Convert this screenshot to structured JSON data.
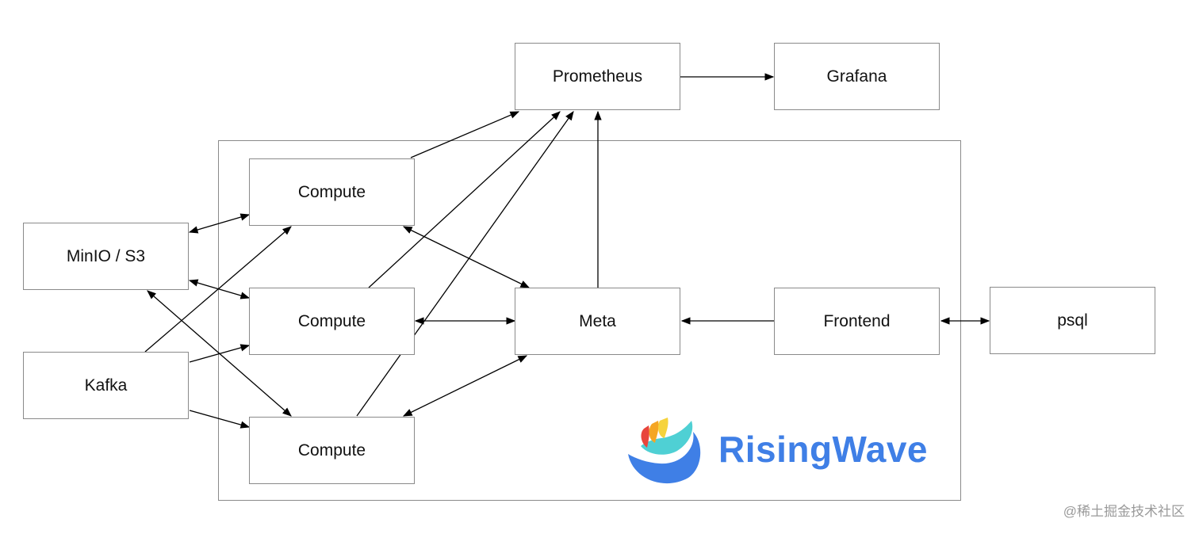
{
  "nodes": {
    "prometheus": "Prometheus",
    "grafana": "Grafana",
    "compute_top": "Compute",
    "compute_mid": "Compute",
    "compute_bottom": "Compute",
    "minio": "MinIO / S3",
    "kafka": "Kafka",
    "meta": "Meta",
    "frontend": "Frontend",
    "psql": "psql"
  },
  "brand": {
    "name": "RisingWave",
    "colors": {
      "blue": "#3f7fe6",
      "teal": "#4fd0d4",
      "red": "#e8453c",
      "orange": "#f5a623",
      "yellow": "#f6d33c"
    }
  },
  "watermark": "@稀土掘金技术社区"
}
